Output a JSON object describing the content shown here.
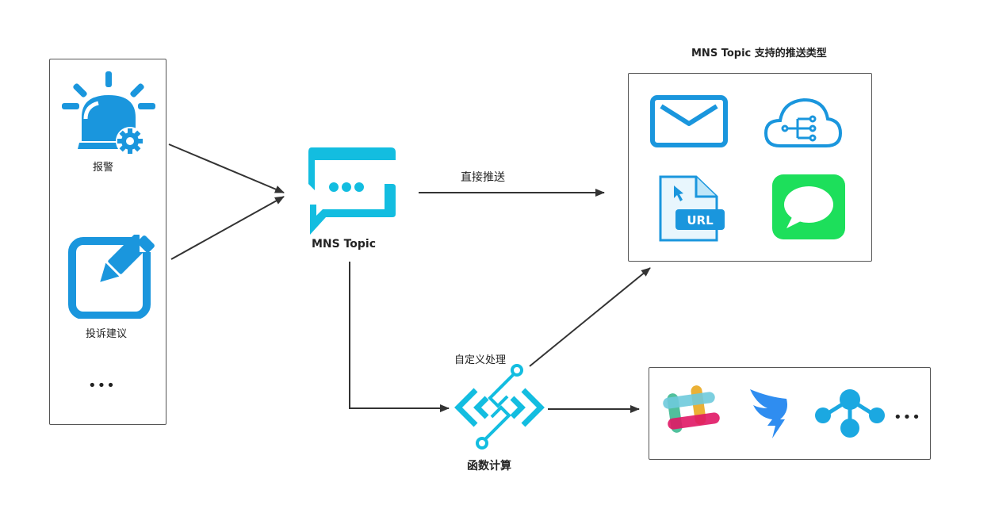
{
  "title": "MNS Topic 支持的推送类型",
  "sources": {
    "alarm_label": "报警",
    "complaint_label": "投诉建议",
    "more": "•••"
  },
  "topic_label": "MNS Topic",
  "direct_push_label": "直接推送",
  "custom_process_label": "自定义处理",
  "fc_label": "函数计算",
  "push_types": [
    "mail-icon",
    "cloud-network-icon",
    "url-file-icon",
    "message-bubble-icon"
  ],
  "third_party": {
    "icons": [
      "slack-icon",
      "dingtalk-icon",
      "webhook-icon"
    ],
    "more": "•••"
  },
  "colors": {
    "blue": "#1a96dd",
    "cyan": "#13bde0",
    "green": "#1ddf5b",
    "arrow": "#333333"
  }
}
